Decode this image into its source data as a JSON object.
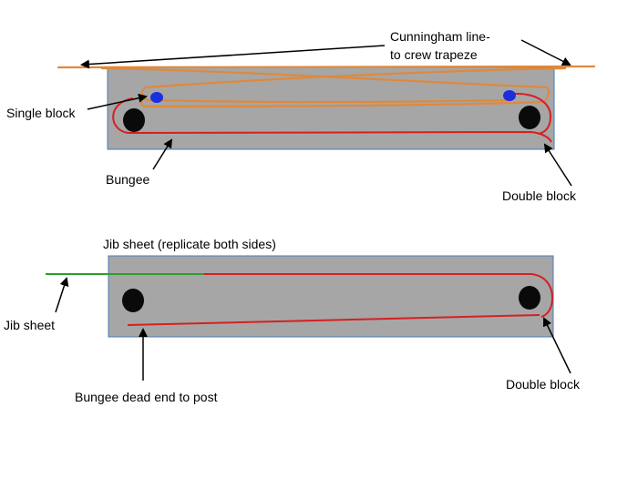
{
  "labels": {
    "cunningham_line1": "Cunningham line-",
    "cunningham_line2": "to crew trapeze",
    "single_block": "Single block",
    "bungee": "Bungee",
    "double_block_top": "Double block",
    "jib_title": "Jib sheet (replicate both sides)",
    "jib_sheet": "Jib sheet",
    "bungee_dead_end": "Bungee dead end to post",
    "double_block_bottom": "Double block"
  },
  "colors": {
    "panel_fill": "#a6a6a6",
    "panel_stroke": "#4a7ebb",
    "cunningham_line": "#e0893b",
    "bungee_line": "#d62020",
    "jib_sheet_line": "#2e9e2e",
    "single_block": "#1c2fe0",
    "double_block": "#0a0a0a"
  }
}
